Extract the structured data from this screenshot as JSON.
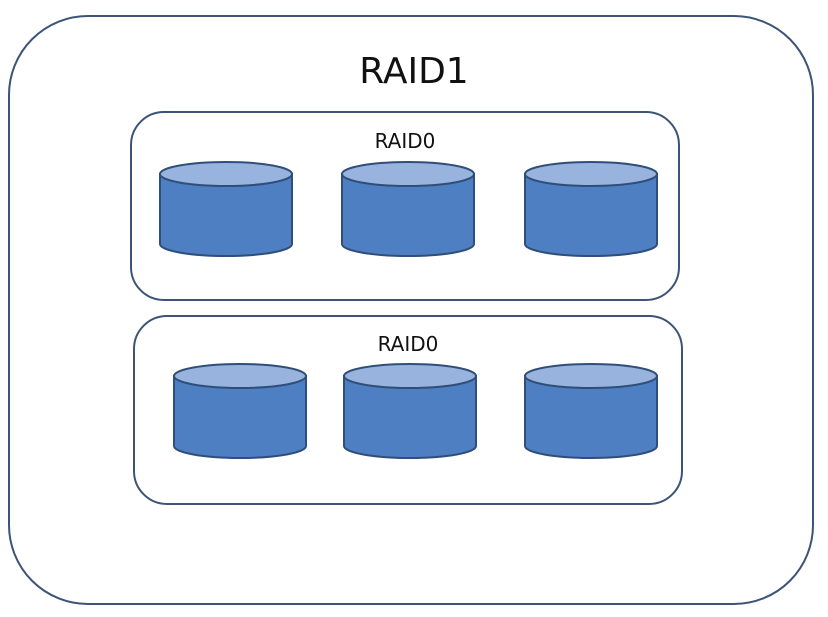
{
  "diagram": {
    "outer": {
      "label": "RAID1"
    },
    "groups": [
      {
        "label": "RAID0",
        "disks": [
          {},
          {},
          {}
        ]
      },
      {
        "label": "RAID0",
        "disks": [
          {},
          {},
          {}
        ]
      }
    ]
  },
  "colors": {
    "disk_body": "#4e7fc2",
    "disk_top": "#98b3dd",
    "disk_stroke": "#2f4e79",
    "border": "#3b5478"
  }
}
